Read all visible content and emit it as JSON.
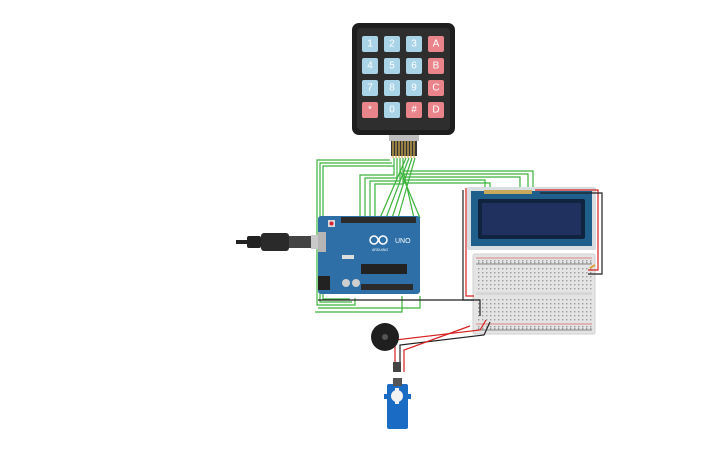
{
  "keypad": {
    "keys": [
      [
        "1",
        "2",
        "3",
        "A"
      ],
      [
        "4",
        "5",
        "6",
        "B"
      ],
      [
        "7",
        "8",
        "9",
        "C"
      ],
      [
        "*",
        "0",
        "#",
        "D"
      ]
    ],
    "colors": {
      "digit": "#a9d3e6",
      "letter": "#e8848a",
      "body": "#1e1e1e"
    }
  },
  "arduino": {
    "model": "UNO",
    "brand": "ARDUINO",
    "colors": {
      "board": "#2d6fa6",
      "chip": "#222222",
      "header": "#2b2b2b"
    }
  },
  "lcd": {
    "colors": {
      "pcb": "#1e5f8c",
      "screen": "#21315f",
      "frame": "#d8dde2"
    }
  },
  "wires": {
    "colors": {
      "green": "#3cb43c",
      "red": "#d62020",
      "black": "#222222"
    }
  }
}
